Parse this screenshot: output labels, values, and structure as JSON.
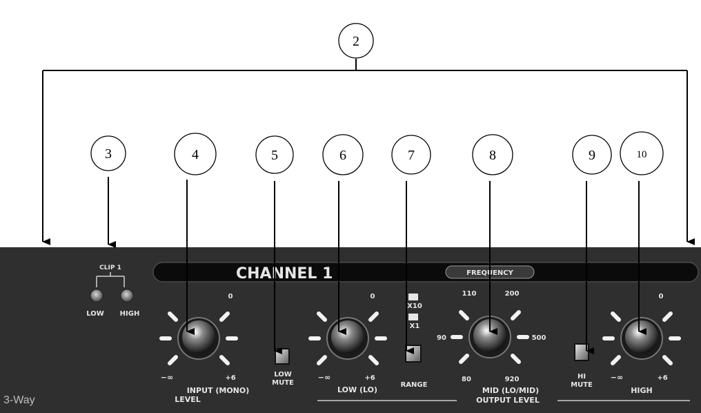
{
  "callouts": [
    "2",
    "3",
    "4",
    "5",
    "6",
    "7",
    "8",
    "9",
    "10"
  ],
  "panel": {
    "brand_fragment": "3-Way",
    "channel_title": "CHANNEL 1",
    "frequency_badge": "FREQUENCY",
    "clip": {
      "title": "CLIP 1",
      "low": "LOW",
      "high": "HIGH"
    },
    "input_knob": {
      "top": "0",
      "min": "−∞",
      "max": "+6",
      "label_line1": "INPUT (MONO)",
      "label_line2": "LEVEL"
    },
    "low_mute": {
      "line1": "LOW",
      "line2": "MUTE"
    },
    "low_knob": {
      "top": "0",
      "min": "−∞",
      "max": "+6",
      "label": "LOW (LO)"
    },
    "range": {
      "x10": "X10",
      "x1": "X1",
      "label": "RANGE"
    },
    "mid_knob": {
      "t1": "110",
      "t2": "200",
      "left": "90",
      "right": "500",
      "bl": "80",
      "br": "920",
      "label": "MID (LO/MID)"
    },
    "hi_mute": {
      "line1": "HI",
      "line2": "MUTE"
    },
    "high_knob": {
      "top": "0",
      "min": "−∞",
      "max": "+6",
      "label": "HIGH"
    },
    "output_level": "OUTPUT LEVEL"
  }
}
